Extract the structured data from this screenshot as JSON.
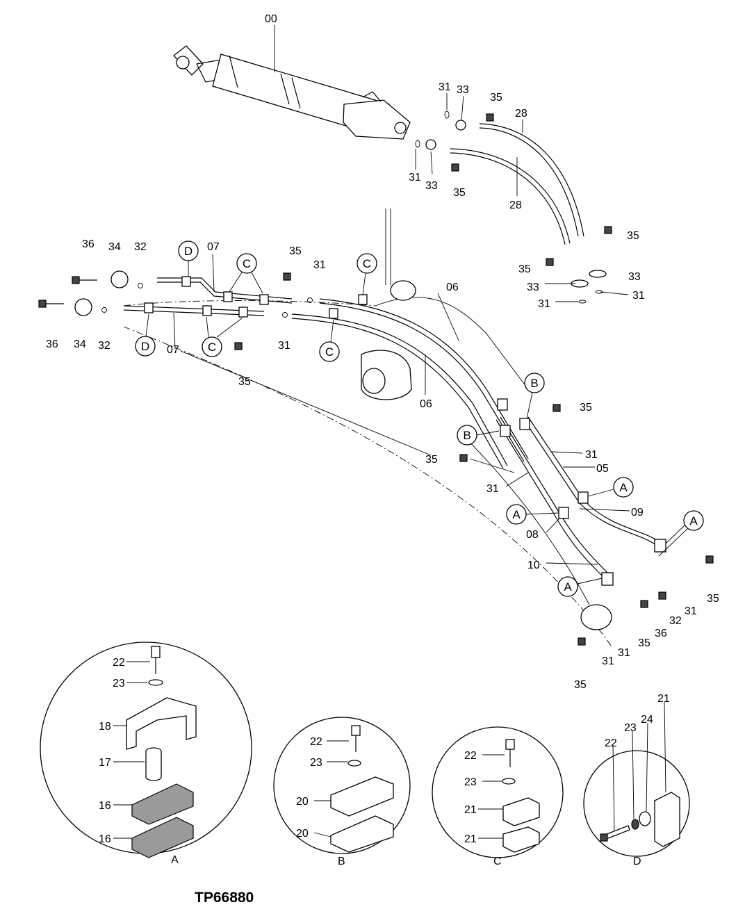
{
  "drawing_code": "TP66880",
  "callouts": {
    "c00": "00",
    "c05": "05",
    "c06a": "06",
    "c06b": "06",
    "c07a": "07",
    "c07b": "07",
    "c08": "08",
    "c09": "09",
    "c10": "10",
    "c28a": "28",
    "c28b": "28",
    "c31": "31",
    "c32": "32",
    "c33": "33",
    "c34": "34",
    "c35": "35",
    "c36": "36"
  },
  "clamp_refs": {
    "A": "A",
    "B": "B",
    "C": "C",
    "D": "D"
  },
  "detail_A": {
    "title": "A",
    "parts": [
      "22",
      "23",
      "18",
      "17",
      "16",
      "16"
    ]
  },
  "detail_B": {
    "title": "B",
    "parts": [
      "22",
      "23",
      "20",
      "20"
    ]
  },
  "detail_C": {
    "title": "C",
    "parts": [
      "22",
      "23",
      "21",
      "21"
    ]
  },
  "detail_D": {
    "title": "D",
    "parts": [
      "22",
      "23",
      "24",
      "21"
    ]
  }
}
